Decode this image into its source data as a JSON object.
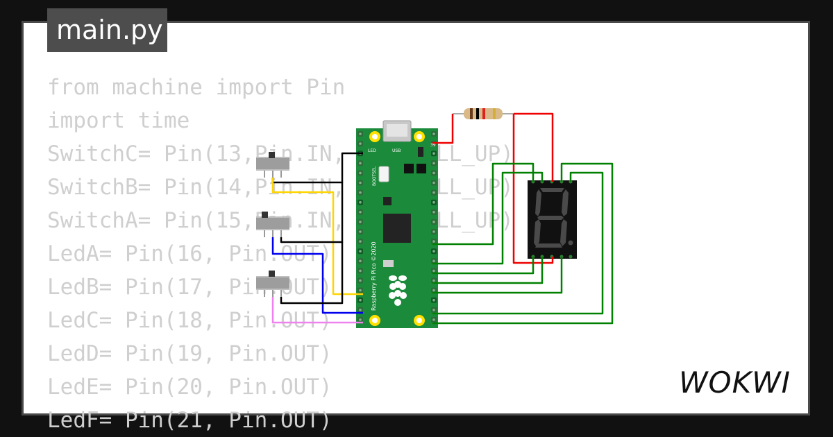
{
  "editor": {
    "file_tab_label": "main.py",
    "code_lines": [
      "from machine import Pin",
      "import time",
      "SwitchC= Pin(13,Pin.IN, Pin.PULL_UP)",
      "SwitchB= Pin(14,Pin.IN, Pin.PULL_UP)",
      "SwitchA= Pin(15,Pin.IN, Pin.PULL_UP)",
      "LedA= Pin(16, Pin.OUT)",
      "LedB= Pin(17, Pin.OUT)",
      "LedC= Pin(18, Pin.OUT)",
      "LedD= Pin(19, Pin.OUT)",
      "LedE= Pin(20, Pin.OUT)",
      "LedF= Pin(21, Pin.OUT)"
    ]
  },
  "board": {
    "silk_led": "LED",
    "silk_usb": "USB",
    "silk_pin39": "39",
    "silk_bootsel": "BOOTSEL",
    "silk_name": "Raspberry Pi Pico ©2020",
    "logo_icon": "raspberry-pi-logo-icon"
  },
  "display": {
    "shown_digit": "8",
    "lit_segments": []
  },
  "brand": {
    "logo_text": "WOKWI"
  },
  "colors": {
    "page_frame": "#111111",
    "card": "#ffffff",
    "file_tab": "#4d4d4d",
    "code_text": "#cfcfcf",
    "pcb": "#1b8a3a",
    "wire_black": "#000000",
    "wire_yellow": "#ffd500",
    "wire_blue": "#0000ee",
    "wire_pink": "#ee82ee",
    "wire_green": "#008000",
    "wire_red": "#ee0000"
  }
}
